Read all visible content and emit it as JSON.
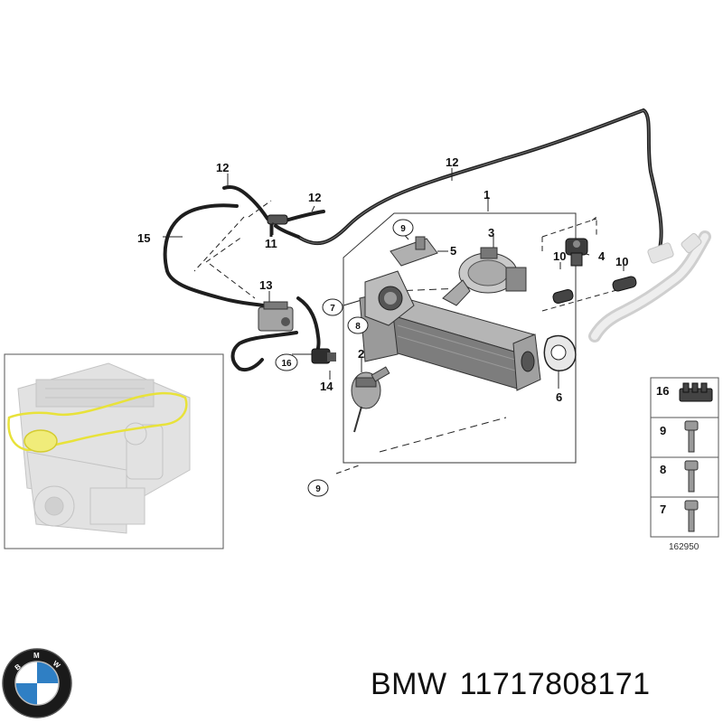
{
  "callouts": {
    "n1": "1",
    "n2": "2",
    "n3": "3",
    "n4": "4",
    "n5": "5",
    "n6": "6",
    "n7": "7",
    "n8": "8",
    "n9a": "9",
    "n9b": "9",
    "n10a": "10",
    "n10b": "10",
    "n11": "11",
    "n12a": "12",
    "n12b": "12",
    "n12c": "12",
    "n13": "13",
    "n14": "14",
    "n15": "15",
    "n16": "16"
  },
  "legend": {
    "items": [
      "16",
      "9",
      "8",
      "7"
    ],
    "diagram_id": "162950"
  },
  "caption": {
    "brand": "BMW",
    "part_number": "11717808171"
  },
  "logo": {
    "text": "BMW",
    "colors": {
      "ring": "#1a1a1a",
      "blue": "#2f7fc4",
      "white": "#ffffff"
    }
  },
  "colors": {
    "hose": "#1e1e1e",
    "metal": "#8c8c8c",
    "highlight": "#e8e23a",
    "faded": "#c8c8c8"
  }
}
